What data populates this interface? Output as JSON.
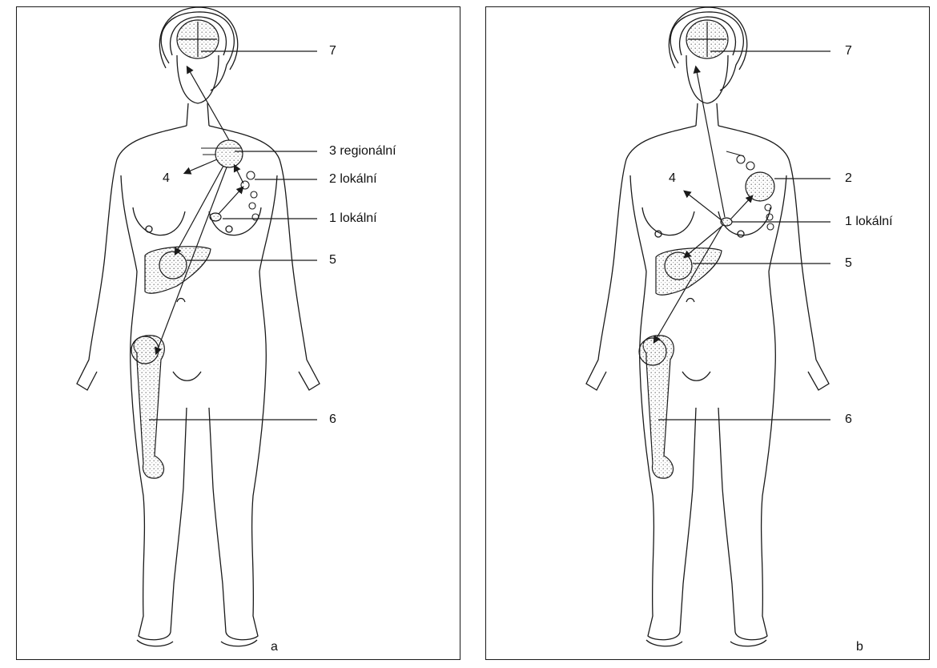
{
  "panels": [
    {
      "id": "a",
      "letter": "a",
      "labels": [
        "7",
        "3 regionální",
        "2 lokální",
        "1 lokální",
        "5",
        "6",
        "4"
      ]
    },
    {
      "id": "b",
      "letter": "b",
      "labels": [
        "7",
        "2",
        "1 lokální",
        "5",
        "6",
        "4"
      ]
    }
  ],
  "colors": {
    "line": "#1a1a1a",
    "stipple": "#9a9a9a",
    "border": "#1a1a1a"
  }
}
